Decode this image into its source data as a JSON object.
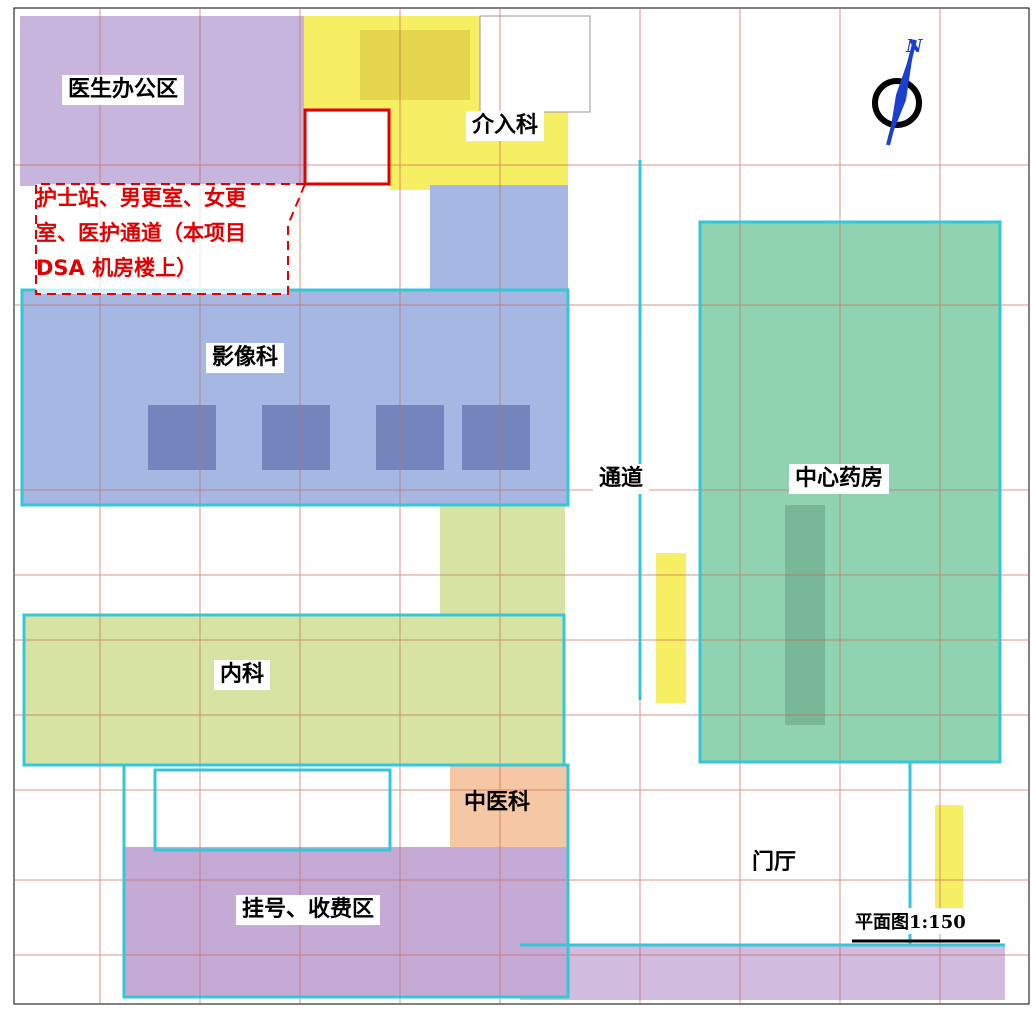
{
  "colors": {
    "doctor_office": "#b9a3d6",
    "interventional": "#f6ee63",
    "imaging": "#a6b7e4",
    "internal_medicine": "#d6e3a3",
    "pharmacy": "#8fd3b0",
    "tcm": "#f6c7a4",
    "registration": "#c5aad6",
    "grid_line": "#c96b5a",
    "wall": "#35c7d6",
    "highlight": "#e00000"
  },
  "labels": {
    "doctor_office": "医生办公区",
    "interventional": "介入科",
    "imaging": "影像科",
    "corridor": "通道",
    "pharmacy": "中心药房",
    "internal_medicine": "内科",
    "tcm": "中医科",
    "lobby": "门厅",
    "registration": "挂号、收费区"
  },
  "note": {
    "line1": "护士站、男更室、女更",
    "line2": "室、医护通道（本项目",
    "line3": "DSA 机房楼上）"
  },
  "compass": {
    "letter": "N",
    "icon": "north-arrow-icon"
  },
  "scale": {
    "text": "平面图1:150"
  }
}
